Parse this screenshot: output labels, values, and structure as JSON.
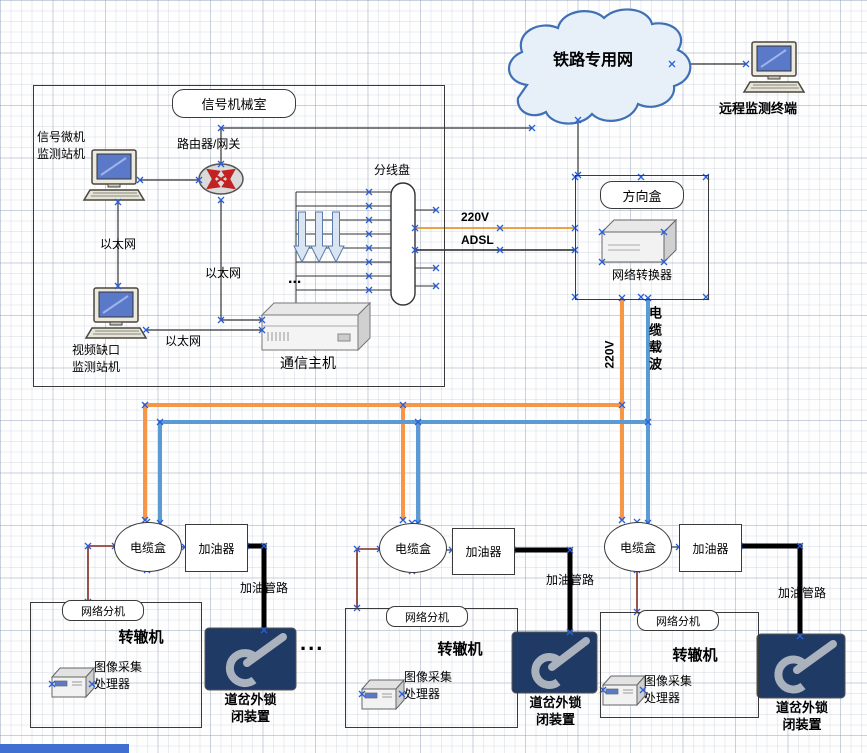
{
  "cloud": {
    "label": "铁路专用网"
  },
  "remote_terminal": {
    "label": "远程监测终端"
  },
  "room": {
    "title": "信号机械室",
    "signal_pc_line1": "信号微机",
    "signal_pc_line2": "监测站机",
    "router_label": "路由器/网关",
    "ethernet1": "以太网",
    "ethernet2": "以太网",
    "ethernet3": "以太网",
    "video_pc_line1": "视频缺口",
    "video_pc_line2": "监测站机",
    "comm_host": "通信主机",
    "patch_panel": "分线盘",
    "more_dots": "..."
  },
  "uplinks": {
    "power_label": "220V",
    "adsl_label": "ADSL"
  },
  "direction_box": {
    "title": "方向盒",
    "converter": "网络转换器"
  },
  "risers": {
    "power_label": "220V",
    "carrier_label": "电缆载波"
  },
  "between_groups_dots": "...",
  "groups": [
    {
      "cable_box": "电缆盒",
      "oiler": "加油器",
      "pipe": "加油管路",
      "unit_title": "网络分机",
      "switch_machine": "转辙机",
      "proc_line1": "图像采集",
      "proc_line2": "处理器",
      "lock_line1": "道岔外锁",
      "lock_line2": "闭装置"
    },
    {
      "cable_box": "电缆盒",
      "oiler": "加油器",
      "pipe": "加油管路",
      "unit_title": "网络分机",
      "switch_machine": "转辙机",
      "proc_line1": "图像采集",
      "proc_line2": "处理器",
      "lock_line1": "道岔外锁",
      "lock_line2": "闭装置"
    },
    {
      "cable_box": "电缆盒",
      "oiler": "加油器",
      "pipe": "加油管路",
      "unit_title": "网络分机",
      "switch_machine": "转辙机",
      "proc_line1": "图像采集",
      "proc_line2": "处理器",
      "lock_line1": "道岔外锁",
      "lock_line2": "闭装置"
    }
  ],
  "colors": {
    "power_line": "#f79646",
    "carrier_line": "#5b9bd5",
    "uplink_power": "#e8952e",
    "dark_red_line": "#7f2a1d",
    "marker_blue": "#2b5fd9",
    "lock_device_bg": "#203a66",
    "bottom_strip": "#3f6fd0"
  }
}
